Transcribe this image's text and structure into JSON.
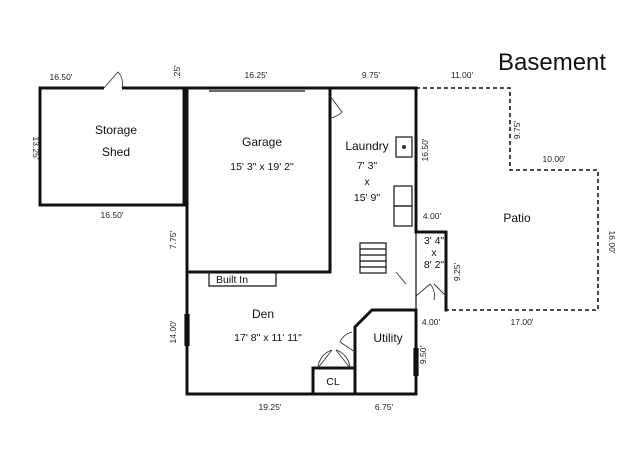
{
  "title": "Basement",
  "rooms": {
    "storage": {
      "line1": "Storage",
      "line2": "Shed"
    },
    "garage": {
      "name": "Garage",
      "size": "15' 3\" x 19' 2\""
    },
    "laundry": {
      "name": "Laundry",
      "size_a": "7' 3\"",
      "size_x": "x",
      "size_b": "15' 9\""
    },
    "patio": {
      "name": "Patio"
    },
    "small": {
      "size_a": "3' 4\"",
      "size_x": "x",
      "size_b": "8' 2\""
    },
    "builtin": {
      "name": "Built In"
    },
    "den": {
      "name": "Den",
      "size": "17' 8\" x 11' 11\""
    },
    "utility": {
      "name": "Utility"
    },
    "closet": {
      "name": "CL"
    }
  },
  "dimensions": {
    "shed_top": "16.50'",
    "gap_top": ".25'",
    "garage_top": "16.25'",
    "laundry_top": "9.75'",
    "patio_top": "11.00'",
    "shed_left": "13.25'",
    "shed_bottom": "16.50'",
    "laundry_right": "16.50'",
    "patio_step_side": "9.75'",
    "patio_step_top": "10.00'",
    "patio_right": "16.00'",
    "garage_left": "7.75'",
    "small_top": "4.00'",
    "small_right": "9.25'",
    "utility_top": "4.00'",
    "patio_bottom": "17.00'",
    "den_left": "14.00'",
    "utility_right": "9.50'",
    "den_bottom": "19.25'",
    "utility_bottom": "6.75'"
  }
}
